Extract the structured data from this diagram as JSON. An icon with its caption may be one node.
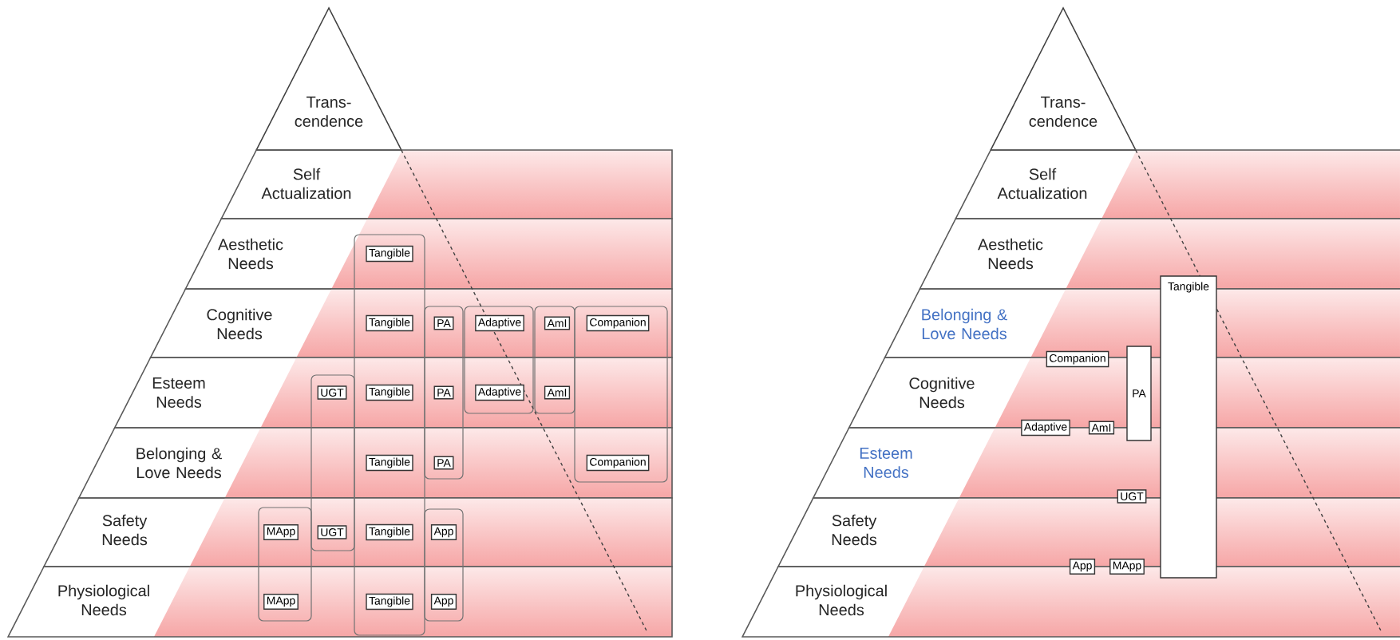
{
  "diagram": {
    "nodes": [
      {
        "text": [
          "Trans- cendence"
        ]
      },
      {
        "text": [
          "Self Actualization"
        ]
      },
      {
        "text": [
          "Aesthetic Needs"
        ]
      },
      {
        "text": [
          "Cognitive Needs"
        ]
      },
      {
        "text": [
          "Esteem Needs"
        ]
      },
      {
        "text": [
          "Belonging & Love Needs"
        ]
      },
      {
        "text": [
          "Safety Needs"
        ]
      },
      {
        "text": [
          "Physiological Needs"
        ]
      },
      {
        "text": [
          "Tangible"
        ],
        "in": 2
      },
      {
        "text": [
          "Tangible"
        ],
        "in": 3
      },
      {
        "text": [
          "PA"
        ],
        "in": 3
      },
      {
        "text": [
          "Adaptive"
        ],
        "in": 3
      },
      {
        "text": [
          "AmI"
        ],
        "in": 3
      },
      {
        "text": [
          "Companion"
        ],
        "in": 3
      },
      {
        "text": [
          "UGT"
        ],
        "in": 4
      },
      {
        "text": [
          "Tangible"
        ],
        "in": 4
      },
      {
        "text": [
          "PA"
        ],
        "in": 4
      },
      {
        "text": [
          "Adaptive"
        ],
        "in": 4
      },
      {
        "text": [
          "AmI"
        ],
        "in": 4
      },
      {
        "text": [
          "Tangible"
        ],
        "in": 5
      },
      {
        "text": [
          "PA"
        ],
        "in": 5
      },
      {
        "text": [
          "Companion"
        ],
        "in": 5
      },
      {
        "text": [
          "MApp"
        ],
        "in": 6
      },
      {
        "text": [
          "UGT"
        ],
        "in": 6
      },
      {
        "text": [
          "Tangible"
        ],
        "in": 6
      },
      {
        "text": [
          "App"
        ],
        "in": 6
      },
      {
        "text": [
          "MApp"
        ],
        "in": 7
      },
      {
        "text": [
          "Tangible"
        ],
        "in": 7
      },
      {
        "text": [
          "App"
        ],
        "in": 7
      },
      {
        "text": [
          "Trans- cendence"
        ]
      },
      {
        "text": [
          "Self Actualization"
        ]
      },
      {
        "text": [
          "Aesthetic Needs"
        ]
      },
      {
        "text": [
          "Belonging & Love Needs"
        ]
      },
      {
        "text": [
          "Cognitive Needs"
        ]
      },
      {
        "text": [
          "Esteem Needs"
        ]
      },
      {
        "text": [
          "Safety Needs"
        ]
      },
      {
        "text": [
          "Physiological Needs"
        ]
      },
      {
        "text": [
          "Tangible"
        ]
      },
      {
        "text": [
          "Companion"
        ]
      },
      {
        "text": [
          "PA"
        ]
      },
      {
        "text": [
          "Adaptive"
        ]
      },
      {
        "text": [
          "AmI"
        ]
      },
      {
        "text": [
          "UGT"
        ]
      },
      {
        "text": [
          "App"
        ]
      },
      {
        "text": [
          "MApp"
        ]
      }
    ]
  }
}
